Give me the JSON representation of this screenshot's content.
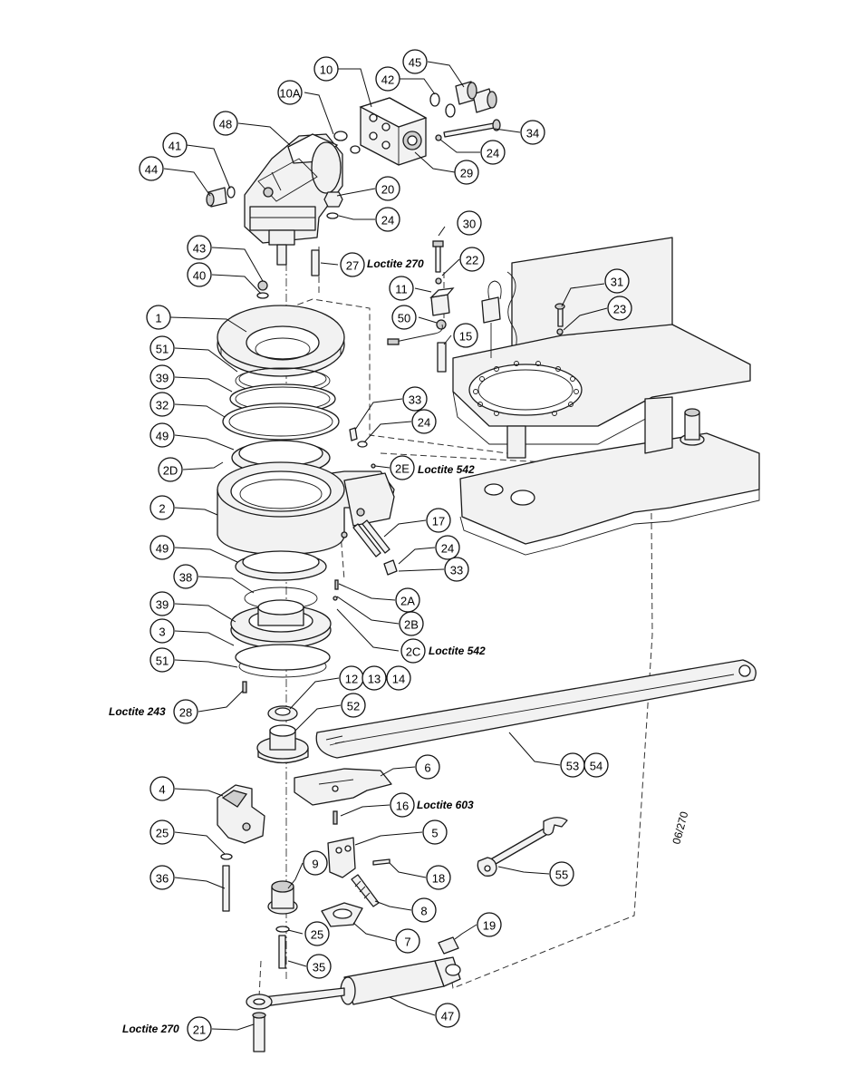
{
  "callouts": {
    "p1": "1",
    "p2": "2",
    "p2A": "2A",
    "p2B": "2B",
    "p2C": "2C",
    "p2D": "2D",
    "p2E": "2E",
    "p3": "3",
    "p4": "4",
    "p5": "5",
    "p6": "6",
    "p7": "7",
    "p8": "8",
    "p9": "9",
    "p10": "10",
    "p10A": "10A",
    "p11": "11",
    "p12": "12",
    "p13": "13",
    "p14": "14",
    "p15": "15",
    "p16": "16",
    "p17": "17",
    "p18": "18",
    "p19": "19",
    "p20": "20",
    "p21": "21",
    "p22": "22",
    "p23": "23",
    "p24a": "24",
    "p24b": "24",
    "p24c": "24",
    "p24d": "24",
    "p25a": "25",
    "p25b": "25",
    "p27": "27",
    "p28": "28",
    "p29": "29",
    "p30": "30",
    "p31": "31",
    "p32": "32",
    "p33a": "33",
    "p33b": "33",
    "p34": "34",
    "p35": "35",
    "p36": "36",
    "p38": "38",
    "p39a": "39",
    "p39b": "39",
    "p40": "40",
    "p41": "41",
    "p42": "42",
    "p43": "43",
    "p44": "44",
    "p45": "45",
    "p47": "47",
    "p48": "48",
    "p49a": "49",
    "p49b": "49",
    "p50": "50",
    "p51a": "51",
    "p51b": "51",
    "p52": "52",
    "p53": "53",
    "p54": "54",
    "p55": "55"
  },
  "notes": {
    "loctite_270_top": "Loctite 270",
    "loctite_542_2e": "Loctite 542",
    "loctite_542_2c": "Loctite 542",
    "loctite_243": "Loctite 243",
    "loctite_603": "Loctite 603",
    "loctite_270_bottom": "Loctite 270"
  },
  "drawing_code": "06/270"
}
